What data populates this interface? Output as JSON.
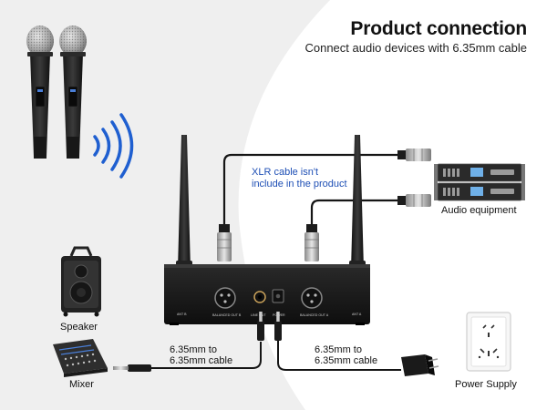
{
  "header": {
    "title": "Product connection",
    "subtitle": "Connect audio devices with 6.35mm cable"
  },
  "notes": {
    "xlr_line1": "XLR cable isn't",
    "xlr_line2": "include in the product"
  },
  "devices": {
    "audio_equipment": "Audio equipment",
    "speaker": "Speaker",
    "mixer": "Mixer",
    "power_supply": "Power Supply"
  },
  "cables": {
    "left_line1": "6.35mm to",
    "left_line2": "6.35mm cable",
    "right_line1": "6.35mm to",
    "right_line2": "6.35mm cable"
  },
  "receiver_panel": {
    "ant_b": "ANT B",
    "balanced_out_b": "BALANCED OUT B",
    "line_out": "LINE OUT",
    "power": "POWER",
    "balanced_out_a": "BALANCED OUT A",
    "ant_a": "ANT A"
  },
  "colors": {
    "xlr_text": "#1e4fb5",
    "background_curve": "#efefef"
  }
}
